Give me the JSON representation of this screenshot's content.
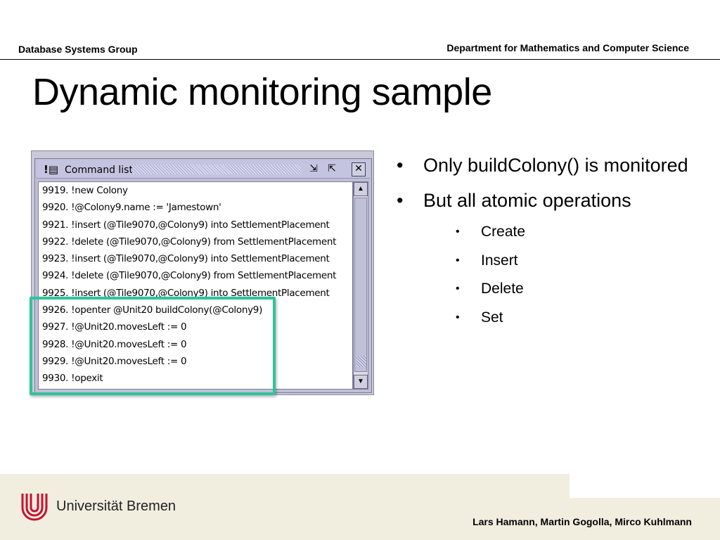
{
  "header": {
    "left": "Database Systems Group",
    "right": "Department for Mathematics and Computer Science"
  },
  "title": "Dynamic monitoring sample",
  "window": {
    "title": "Command list",
    "rows": [
      "9919. !new Colony",
      "9920. !@Colony9.name := 'Jamestown'",
      "9921. !insert (@Tile9070,@Colony9) into SettlementPlacement",
      "9922. !delete (@Tile9070,@Colony9) from SettlementPlacement",
      "9923. !insert (@Tile9070,@Colony9) into SettlementPlacement",
      "9924. !delete (@Tile9070,@Colony9) from SettlementPlacement",
      "9925. !insert (@Tile9070,@Colony9) into SettlementPlacement",
      "9926. !openter @Unit20 buildColony(@Colony9)",
      "9927. !@Unit20.movesLeft := 0",
      "9928. !@Unit20.movesLeft := 0",
      "9929. !@Unit20.movesLeft := 0",
      "9930. !opexit"
    ]
  },
  "bullets": {
    "b1": "Only buildColony() is monitored",
    "b2": "But all atomic operations",
    "sub": [
      "Create",
      "Insert",
      "Delete",
      "Set"
    ]
  },
  "footer": {
    "university": "Universität Bremen",
    "authors": "Lars Hamann, Martin Gogolla, Mirco Kuhlmann"
  },
  "colors": {
    "highlight": "#2ec49a",
    "logo": "#c8102e",
    "footer_bg": "#f1eee0"
  }
}
